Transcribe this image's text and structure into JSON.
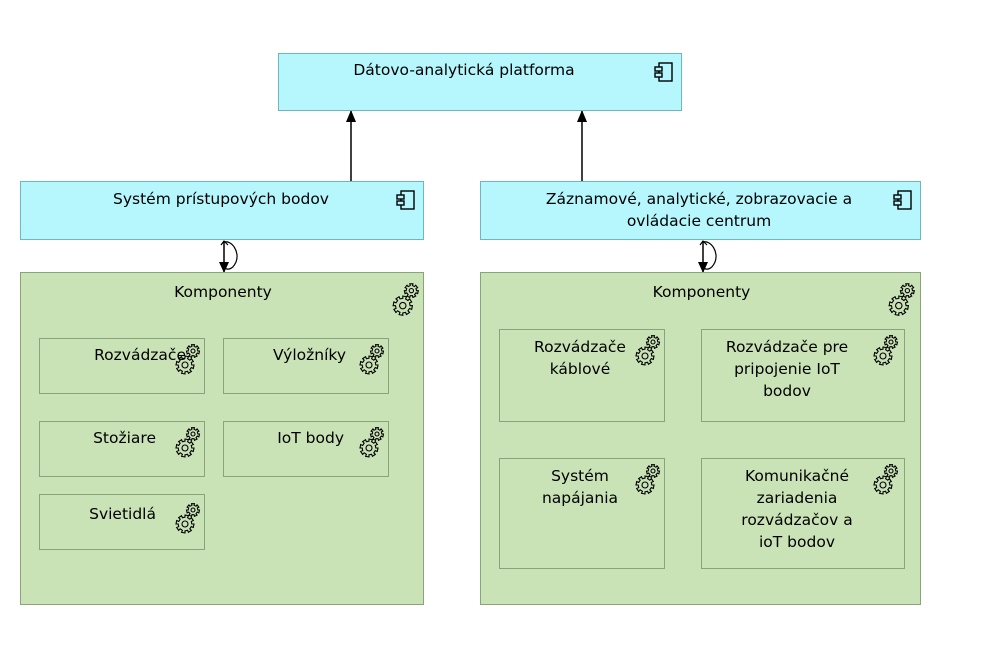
{
  "platform": {
    "label": "Dátovo-analytická platforma"
  },
  "left": {
    "app_label": "Systém prístupových bodov",
    "group_label": "Komponenty",
    "items": [
      "Rozvádzače",
      "Výložníky",
      "Stožiare",
      "IoT body",
      "Svietidlá"
    ]
  },
  "right": {
    "app_label_line1": "Záznamové, analytické, zobrazovacie a",
    "app_label_line2": "ovládacie centrum",
    "group_label": "Komponenty",
    "items": [
      [
        "Rozvádzače",
        "káblové"
      ],
      [
        "Rozvádzače pre",
        "pripojenie IoT",
        "bodov"
      ],
      [
        "Systém",
        "napájania"
      ],
      [
        "Komunikačné",
        "zariadenia",
        "rozvádzačov a",
        "ioT bodov"
      ]
    ]
  },
  "colors": {
    "application_fill": "#b5f7fd",
    "component_group_fill": "#c9e3b6"
  },
  "icons": {
    "application": "component-icon",
    "group": "gears-icon",
    "element": "gears-icon"
  }
}
